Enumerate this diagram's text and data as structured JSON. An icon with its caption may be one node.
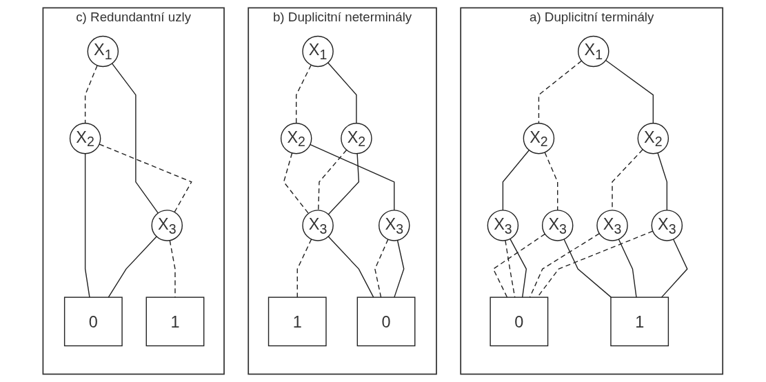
{
  "diagram": {
    "nodes": [
      {
        "text": [
          "a) Duplicitní terminály"
        ]
      },
      {
        "text": [
          "X$_{1}$"
        ],
        "in": 0
      },
      {
        "text": [
          "X$_{2}$"
        ],
        "in": 0
      },
      {
        "text": [
          "X$_{2}$"
        ],
        "in": 0
      },
      {
        "text": [
          "X$_{3}$"
        ],
        "in": 0
      },
      {
        "text": [
          "X$_{3}$"
        ],
        "in": 0
      },
      {
        "text": [
          "X$_{3}$"
        ],
        "in": 0
      },
      {
        "text": [
          "X$_{3}$"
        ],
        "in": 0
      },
      {
        "text": [
          "0"
        ],
        "in": 0
      },
      {
        "text": [
          "1"
        ],
        "in": 0
      },
      {
        "text": [
          "b) Duplicitní neterminály"
        ]
      },
      {
        "text": [
          "X$_{1}$"
        ],
        "in": 10
      },
      {
        "text": [
          "X$_{2}$"
        ],
        "in": 10
      },
      {
        "text": [
          "X$_{2}$"
        ],
        "in": 10
      },
      {
        "text": [
          "X$_{3}$"
        ],
        "in": 10
      },
      {
        "text": [
          "X$_{3}$"
        ],
        "in": 10
      },
      {
        "text": [
          "1"
        ],
        "in": 10
      },
      {
        "text": [
          "0"
        ],
        "in": 10
      },
      {
        "text": [
          "c) Redundantní uzly"
        ]
      },
      {
        "text": [
          "X$_{1}$"
        ],
        "in": 18
      },
      {
        "text": [
          "X$_{2}$"
        ],
        "in": 18
      },
      {
        "text": [
          "X$_{3}$"
        ],
        "in": 18
      },
      {
        "text": [
          "1"
        ],
        "in": 18
      },
      {
        "text": [
          "0"
        ],
        "in": 18
      }
    ],
    "edges": [
      {
        "from": 1,
        "to": 2,
        "arrow": "none",
        "style": "dashed"
      },
      {
        "from": 1,
        "to": 3,
        "arrow": "none"
      },
      {
        "from": 2,
        "to": 4,
        "arrow": "none",
        "style": "dashed"
      },
      {
        "from": 2,
        "to": 5,
        "arrow": "none"
      },
      {
        "from": 3,
        "to": 6,
        "arrow": "none",
        "style": "dashed"
      },
      {
        "from": 3,
        "to": 7,
        "arrow": "none"
      },
      {
        "from": 4,
        "to": 8,
        "arrow": "none",
        "style": "dashed"
      },
      {
        "from": 4,
        "to": 9,
        "arrow": "none"
      },
      {
        "from": 5,
        "to": 8,
        "arrow": "none",
        "style": "dashed"
      },
      {
        "from": 5,
        "to": 8,
        "arrow": "none"
      },
      {
        "from": 6,
        "to": 8,
        "arrow": "none",
        "style": "dashed"
      },
      {
        "from": 6,
        "to": 9,
        "arrow": "none"
      },
      {
        "from": 7,
        "to": 8,
        "arrow": "none",
        "style": "dashed"
      },
      {
        "from": 7,
        "to": 9,
        "arrow": "none"
      },
      {
        "from": 11,
        "to": 12,
        "arrow": "none",
        "style": "dashed"
      },
      {
        "from": 11,
        "to": 13,
        "arrow": "none"
      },
      {
        "from": 12,
        "to": 14,
        "arrow": "none",
        "style": "dashed"
      },
      {
        "from": 12,
        "to": 15,
        "arrow": "none"
      },
      {
        "from": 13,
        "to": 14,
        "arrow": "none",
        "style": "dashed"
      },
      {
        "from": 13,
        "to": 14,
        "arrow": "none"
      },
      {
        "from": 14,
        "to": 16,
        "arrow": "none",
        "style": "dashed"
      },
      {
        "from": 14,
        "to": 17,
        "arrow": "none"
      },
      {
        "from": 15,
        "to": 17,
        "arrow": "none",
        "style": "dashed"
      },
      {
        "from": 15,
        "to": 17,
        "arrow": "none"
      },
      {
        "from": 19,
        "to": 20,
        "arrow": "none",
        "style": "dashed"
      },
      {
        "from": 19,
        "to": 21,
        "arrow": "none"
      },
      {
        "from": 20,
        "to": 21,
        "arrow": "none",
        "style": "dashed"
      },
      {
        "from": 20,
        "to": 23,
        "arrow": "none"
      },
      {
        "from": 21,
        "to": 22,
        "arrow": "none",
        "style": "dashed"
      },
      {
        "from": 21,
        "to": 23,
        "arrow": "none"
      }
    ]
  }
}
